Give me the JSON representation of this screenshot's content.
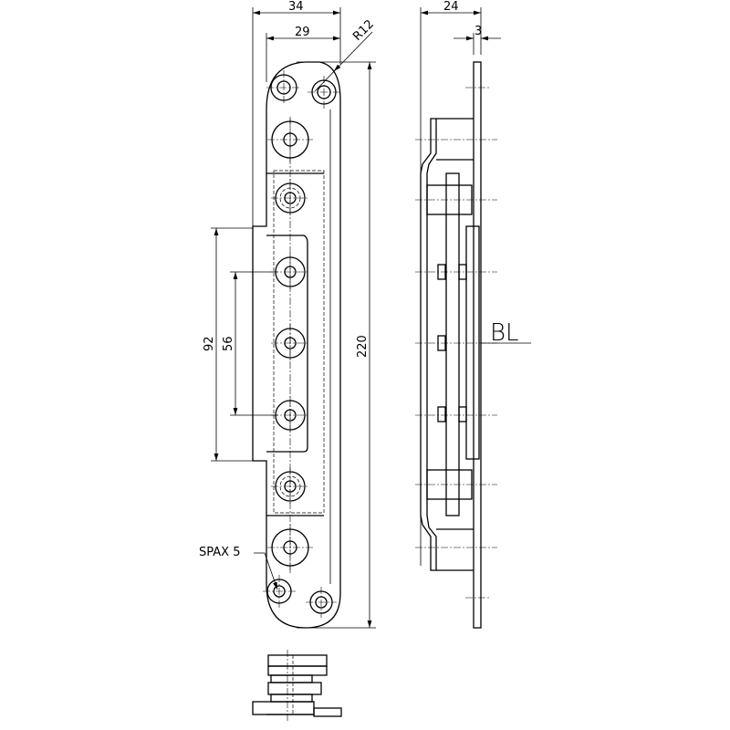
{
  "drawing": {
    "front_view": {
      "dim_overall_width": "34",
      "dim_inner_width": "29",
      "dim_radius": "R12",
      "dim_length": "220",
      "dim_outer_hole_span": "92",
      "dim_inner_hole_span": "56",
      "screw_label": "SPAX 5"
    },
    "side_view": {
      "dim_depth": "24",
      "dim_plate_thickness": "3",
      "reference_label": "BL"
    }
  }
}
